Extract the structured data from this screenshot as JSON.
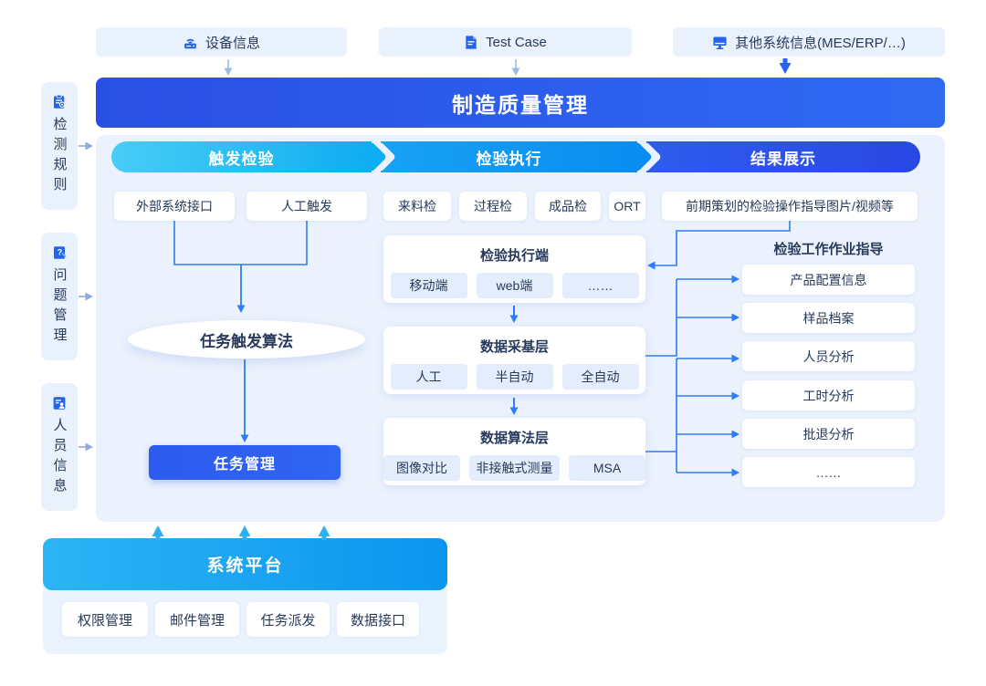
{
  "top_sources": [
    {
      "label": "设备信息",
      "icon": "device-icon"
    },
    {
      "label": "Test Case",
      "icon": "document-icon"
    },
    {
      "label": "其他系统信息(MES/ERP/…)",
      "icon": "monitor-icon"
    }
  ],
  "banner": {
    "title": "制造质量管理"
  },
  "sidebar": {
    "items": [
      {
        "label": "检测规则",
        "icon": "clipboard-gear-icon"
      },
      {
        "label": "问题管理",
        "icon": "question-note-icon",
        "glyph": "?"
      },
      {
        "label": "人员信息",
        "icon": "person-list-icon"
      }
    ]
  },
  "stages": [
    {
      "label": "触发检验"
    },
    {
      "label": "检验执行"
    },
    {
      "label": "结果展示"
    }
  ],
  "trigger_flow": {
    "sources": [
      {
        "label": "外部系统接口"
      },
      {
        "label": "人工触发"
      }
    ],
    "algorithm": "任务触发算法",
    "task_management": "任务管理"
  },
  "execution_flow": {
    "inspection_types": [
      {
        "label": "来料检"
      },
      {
        "label": "过程检"
      },
      {
        "label": "成品检"
      },
      {
        "label": "ORT"
      }
    ],
    "cards": [
      {
        "title": "检验执行端",
        "chips": [
          "移动端",
          "web端",
          "……"
        ]
      },
      {
        "title": "数据采基层",
        "chips": [
          "人工",
          "半自动",
          "全自动"
        ]
      },
      {
        "title": "数据算法层",
        "chips": [
          "图像对比",
          "非接触式测量",
          "MSA"
        ]
      }
    ]
  },
  "result_flow": {
    "guide_note": "前期策划的检验操作指导图片/视频等",
    "group_title": "检验工作作业指导",
    "items": [
      {
        "label": "产品配置信息"
      },
      {
        "label": "样品档案"
      },
      {
        "label": "人员分析"
      },
      {
        "label": "工时分析"
      },
      {
        "label": "批退分析"
      },
      {
        "label": "……"
      }
    ]
  },
  "platform": {
    "title": "系统平台",
    "items": [
      {
        "label": "权限管理"
      },
      {
        "label": "邮件管理"
      },
      {
        "label": "任务派发"
      },
      {
        "label": "数据接口"
      }
    ]
  },
  "colors": {
    "primary_blue": "#2c52e8",
    "bright_blue": "#0f9cf2",
    "cyan": "#2fc0f5",
    "connector_blue": "#2e7cf6",
    "icon_blue": "#2563eb",
    "panel_bg": "#ebf2fd",
    "chip_bg": "#e3edfb",
    "text_dark": "#273a5c"
  }
}
